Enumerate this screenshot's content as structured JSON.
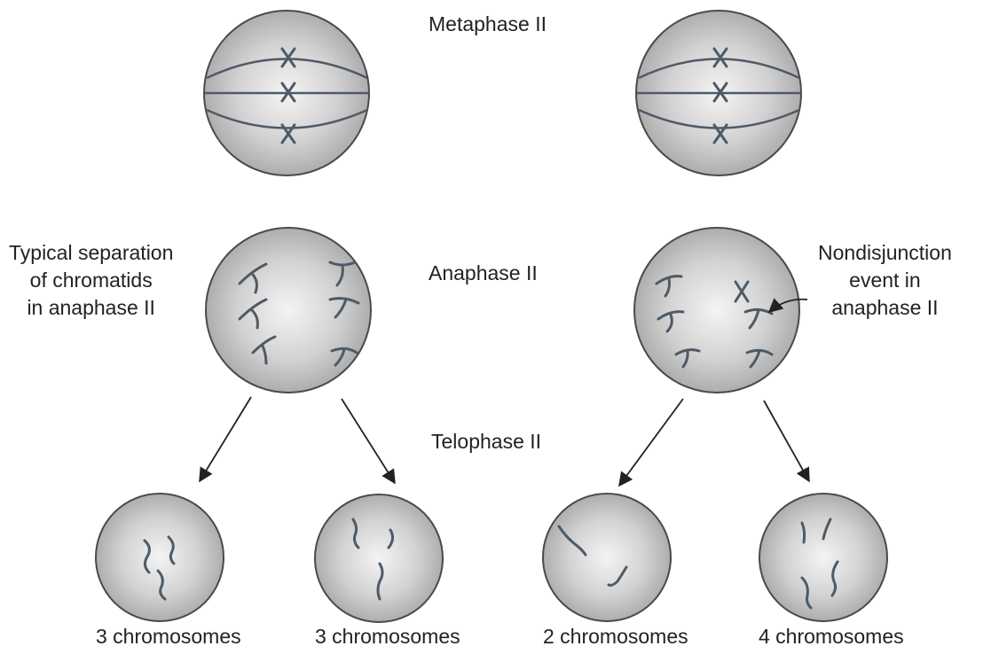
{
  "stages": {
    "metaphase": "Metaphase II",
    "anaphase": "Anaphase II",
    "telophase": "Telophase II"
  },
  "annotations": {
    "typical": [
      "Typical separation",
      "of chromatids",
      "in anaphase II"
    ],
    "nondisjunction": [
      "Nondisjunction",
      "event in",
      "anaphase II"
    ]
  },
  "daughter_cells": [
    {
      "label": "3 chromosomes"
    },
    {
      "label": "3 chromosomes"
    },
    {
      "label": "2 chromosomes"
    },
    {
      "label": "4 chromosomes"
    }
  ],
  "colors": {
    "cell_fill_center": "#f2f2f2",
    "cell_fill_edge": "#a6a6a6",
    "cell_outline": "#4a4a4a",
    "chromosome": "#4e5a66",
    "arrow": "#222222"
  }
}
